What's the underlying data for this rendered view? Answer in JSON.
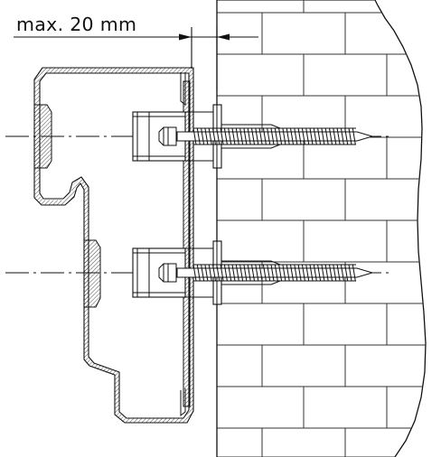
{
  "dimension": {
    "label": "max. 20 mm"
  },
  "colors": {
    "line": "#111111",
    "background": "#ffffff"
  },
  "components": [
    "brick-wall",
    "steel-profile",
    "frame-anchor",
    "frame-screw"
  ]
}
